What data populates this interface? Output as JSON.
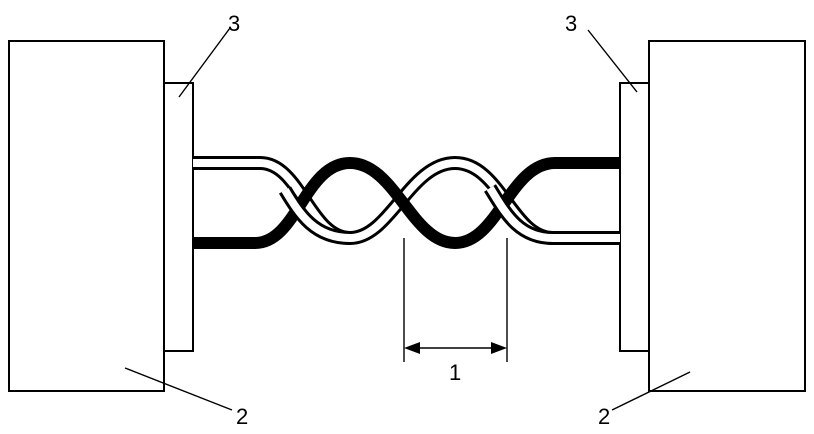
{
  "labels": {
    "twist_pitch": "1",
    "equipment_left": "2",
    "equipment_right": "2",
    "connector_left": "3",
    "connector_right": "3"
  },
  "colors": {
    "line": "#000000",
    "black_conductor": "#000000",
    "white_conductor": "#ffffff",
    "background": "#ffffff"
  }
}
